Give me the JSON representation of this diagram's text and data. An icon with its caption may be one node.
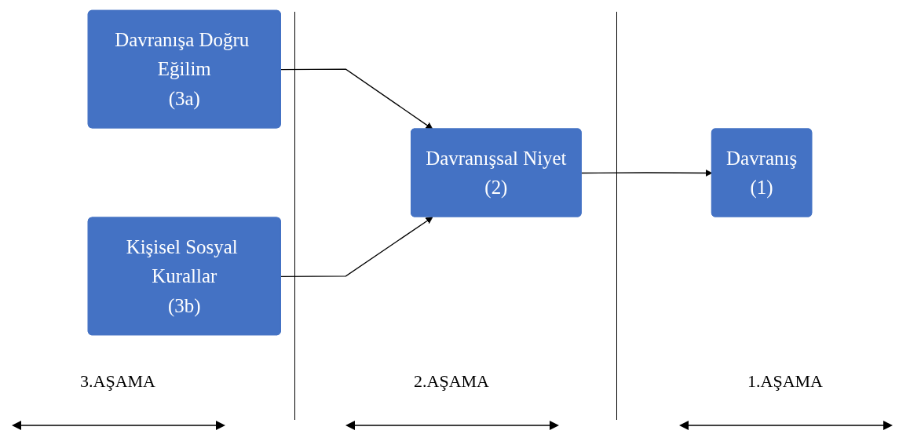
{
  "diagram": {
    "nodes": [
      {
        "text": [
          "Davranışa Doğru Eğilim",
          "(3a)"
        ]
      },
      {
        "text": [
          "Kişisel Sosyal Kurallar",
          "(3b)"
        ]
      },
      {
        "text": [
          "Davranışsal Niyet",
          "(2)"
        ]
      },
      {
        "text": [
          "Davranış",
          "(1)"
        ]
      }
    ],
    "edges": [
      {
        "from": 0,
        "to": 2,
        "arrow": "to"
      },
      {
        "from": 1,
        "to": 2,
        "arrow": "to"
      },
      {
        "from": 2,
        "to": 3,
        "arrow": "to"
      }
    ],
    "labels": [
      "3.AŞAMA",
      "2.AŞAMA",
      "1.AŞAMA"
    ]
  }
}
